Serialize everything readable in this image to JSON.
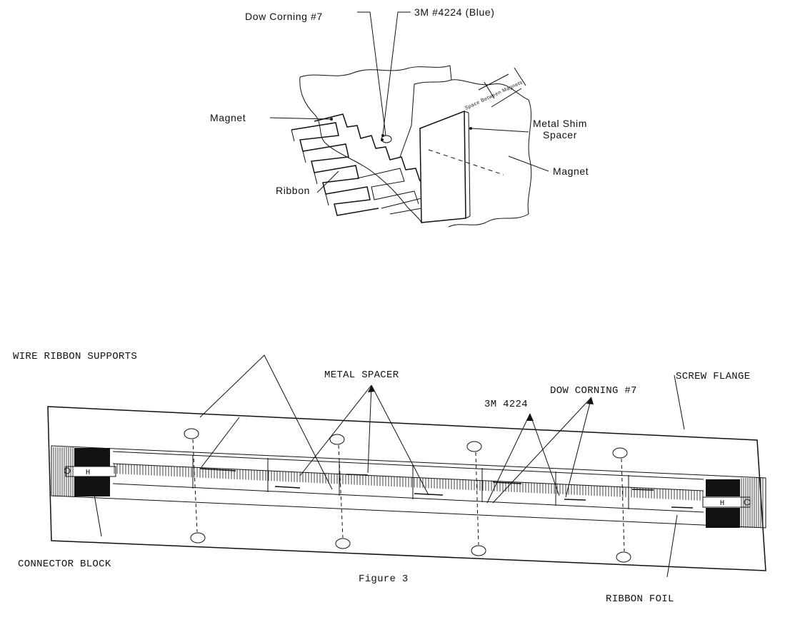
{
  "top_diagram": {
    "label_dow": "Dow Corning #7",
    "label_3m": "3M #4224 (Blue)",
    "label_magnet_left": "Magnet",
    "label_metal_shim_1": "Metal Shim",
    "label_metal_shim_2": "Spacer",
    "label_magnet_right": "Magnet",
    "label_ribbon": "Ribbon",
    "label_space": "Space Between Magnets"
  },
  "bottom_diagram": {
    "label_wire_supports": "WIRE RIBBON SUPPORTS",
    "label_metal_spacer": "METAL SPACER",
    "label_dow": "DOW CORNING #7",
    "label_screw_flange": "SCREW FLANGE",
    "label_3m": "3M 4224",
    "label_connector": "CONNECTOR BLOCK",
    "label_ribbon_foil": "RIBBON FOIL",
    "caption": "Figure 3"
  }
}
